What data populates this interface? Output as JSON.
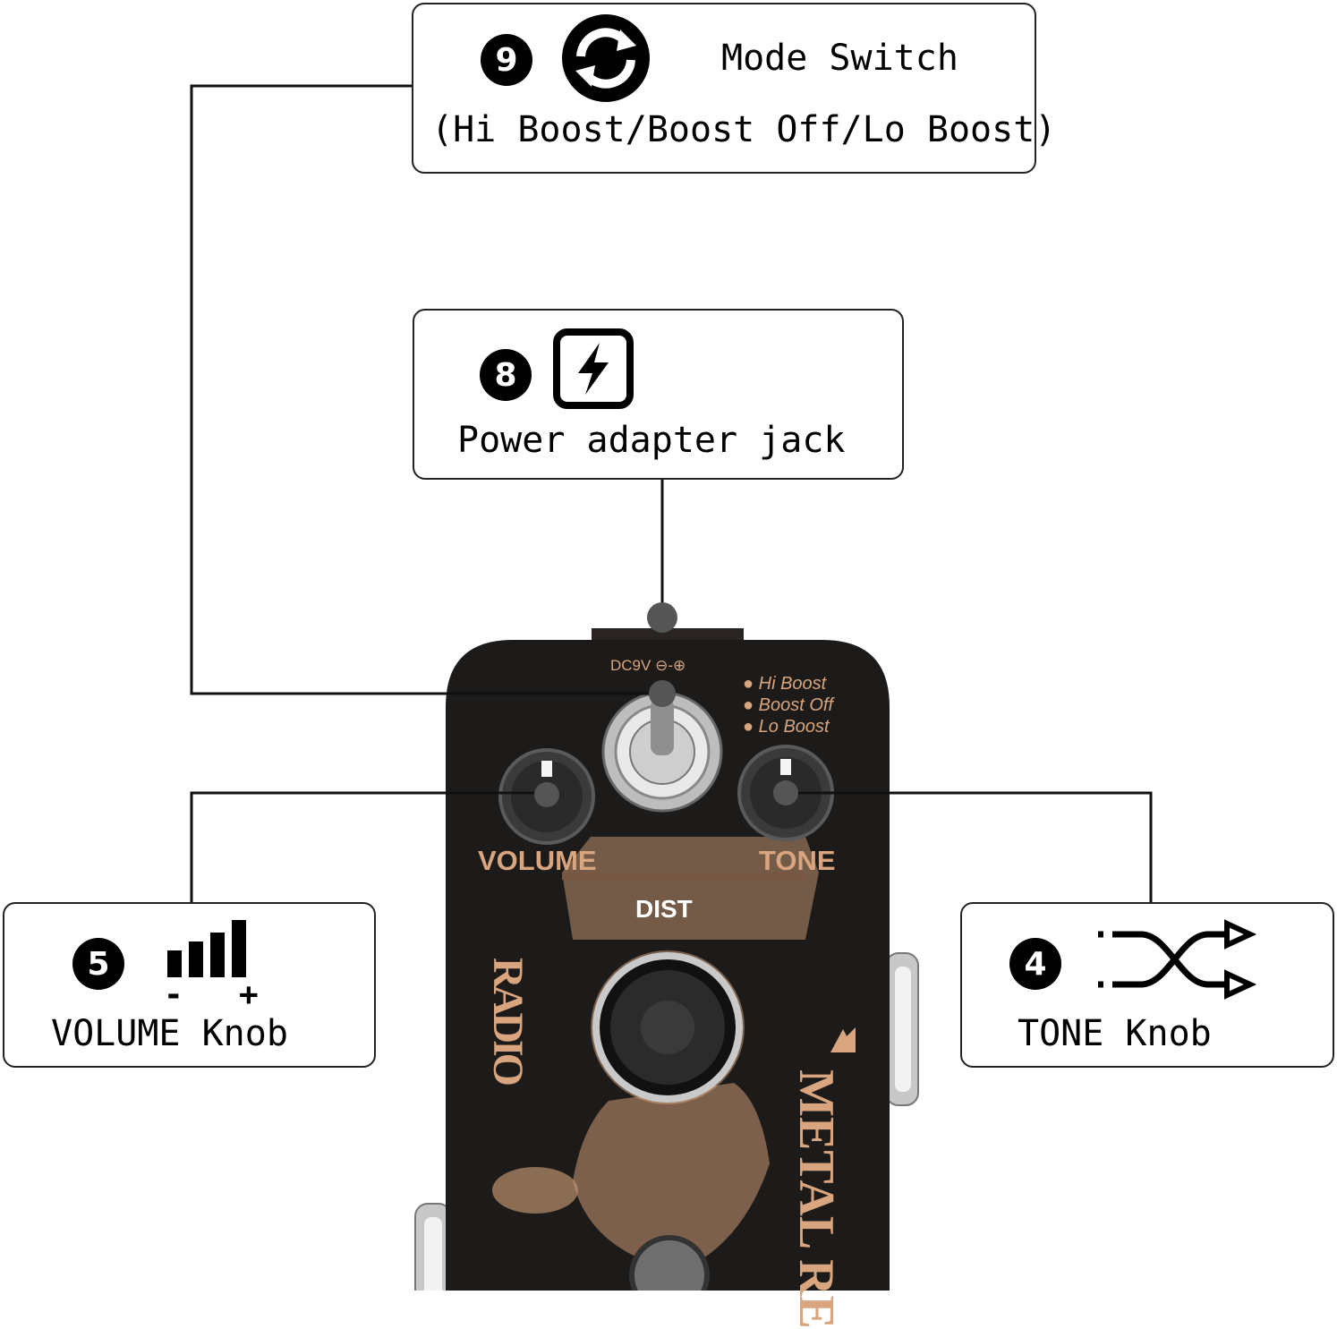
{
  "callouts": {
    "mode_switch": {
      "number": "9",
      "title": "Mode Switch",
      "subtitle": "(Hi Boost/Boost Off/Lo Boost)",
      "icon": "refresh-icon"
    },
    "power_jack": {
      "number": "8",
      "title": "Power adapter jack",
      "icon": "lightning-icon"
    },
    "volume_knob": {
      "number": "5",
      "title": "VOLUME Knob",
      "icon": "level-bars-icon",
      "minus": "-",
      "plus": "+"
    },
    "tone_knob": {
      "number": "4",
      "title": "TONE Knob",
      "icon": "crossover-arrows-icon"
    }
  },
  "pedal": {
    "power_label": "DC9V",
    "power_polarity": "⊖-⊕",
    "modes": [
      "Hi Boost",
      "Boost Off",
      "Lo Boost"
    ],
    "volume_label": "VOLUME",
    "tone_label": "TONE",
    "dist_label": "DIST",
    "brand_vertical": "RADIO",
    "name_vertical": "METAL RE",
    "colors": {
      "body": "#1d1b1a",
      "art": "#d9a57e"
    }
  }
}
